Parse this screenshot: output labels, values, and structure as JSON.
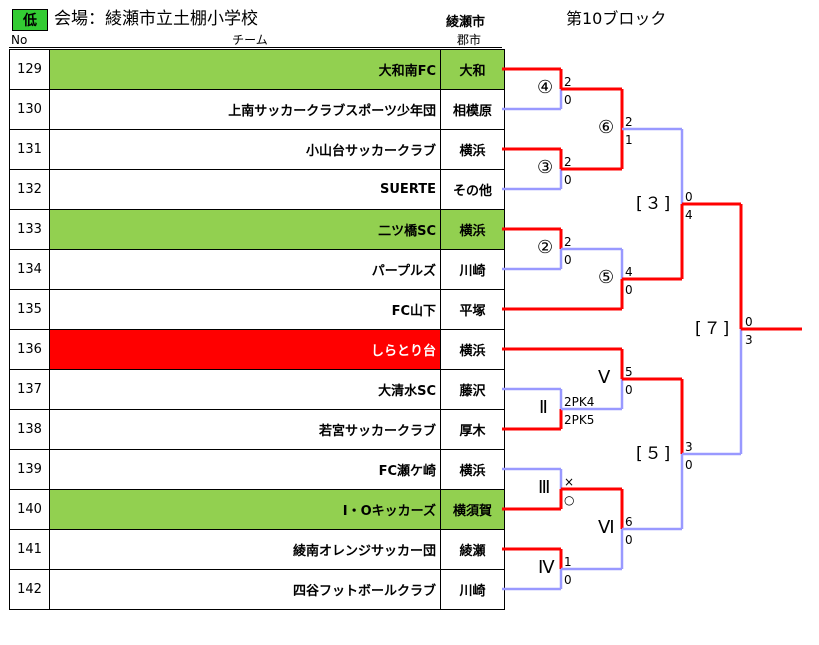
{
  "header": {
    "badge": "低",
    "venue": "会場：綾瀬市立土棚小学校",
    "city": "綾瀬市",
    "block": "第10ブロック",
    "col_no": "No",
    "col_team": "チーム",
    "col_region": "郡市"
  },
  "teams": [
    {
      "no": "129",
      "name": "大和南FC",
      "region": "大和",
      "highlight": "green"
    },
    {
      "no": "130",
      "name": "上南サッカークラブスポーツ少年団",
      "region": "相模原",
      "highlight": ""
    },
    {
      "no": "131",
      "name": "小山台サッカークラブ",
      "region": "横浜",
      "highlight": ""
    },
    {
      "no": "132",
      "name": "SUERTE",
      "region": "その他",
      "highlight": ""
    },
    {
      "no": "133",
      "name": "二ツ橋SC",
      "region": "横浜",
      "highlight": "green"
    },
    {
      "no": "134",
      "name": "パープルズ",
      "region": "川崎",
      "highlight": ""
    },
    {
      "no": "135",
      "name": "FC山下",
      "region": "平塚",
      "highlight": ""
    },
    {
      "no": "136",
      "name": "しらとり台",
      "region": "横浜",
      "highlight": "red"
    },
    {
      "no": "137",
      "name": "大清水SC",
      "region": "藤沢",
      "highlight": ""
    },
    {
      "no": "138",
      "name": "若宮サッカークラブ",
      "region": "厚木",
      "highlight": ""
    },
    {
      "no": "139",
      "name": "FC瀬ケ崎",
      "region": "横浜",
      "highlight": ""
    },
    {
      "no": "140",
      "name": "I・Oキッカーズ",
      "region": "横須賀",
      "highlight": "green"
    },
    {
      "no": "141",
      "name": "綾南オレンジサッカー団",
      "region": "綾瀬",
      "highlight": ""
    },
    {
      "no": "142",
      "name": "四谷フットボールクラブ",
      "region": "川崎",
      "highlight": ""
    }
  ],
  "bracket": {
    "colors": {
      "winner": "#ff0000",
      "loser": "#9999ff"
    },
    "matches": [
      {
        "label": "④",
        "score_top": "2",
        "score_bottom": "0"
      },
      {
        "label": "③",
        "score_top": "2",
        "score_bottom": "0"
      },
      {
        "label": "②",
        "score_top": "2",
        "score_bottom": "0"
      },
      {
        "label": "Ⅱ",
        "score_top": "2PK4",
        "score_bottom": "2PK5"
      },
      {
        "label": "Ⅲ",
        "score_top": "×",
        "score_bottom": "○"
      },
      {
        "label": "Ⅳ",
        "score_top": "1",
        "score_bottom": "0"
      },
      {
        "label": "⑥",
        "score_top": "2",
        "score_bottom": "1"
      },
      {
        "label": "⑤",
        "score_top": "4",
        "score_bottom": "0"
      },
      {
        "label": "Ⅴ",
        "score_top": "5",
        "score_bottom": "0"
      },
      {
        "label": "Ⅵ",
        "score_top": "6",
        "score_bottom": "0"
      },
      {
        "label": "[３]",
        "score_top": "0",
        "score_bottom": "4"
      },
      {
        "label": "[５]",
        "score_top": "3",
        "score_bottom": "0"
      },
      {
        "label": "[７]",
        "score_top": "0",
        "score_bottom": "3"
      }
    ]
  }
}
